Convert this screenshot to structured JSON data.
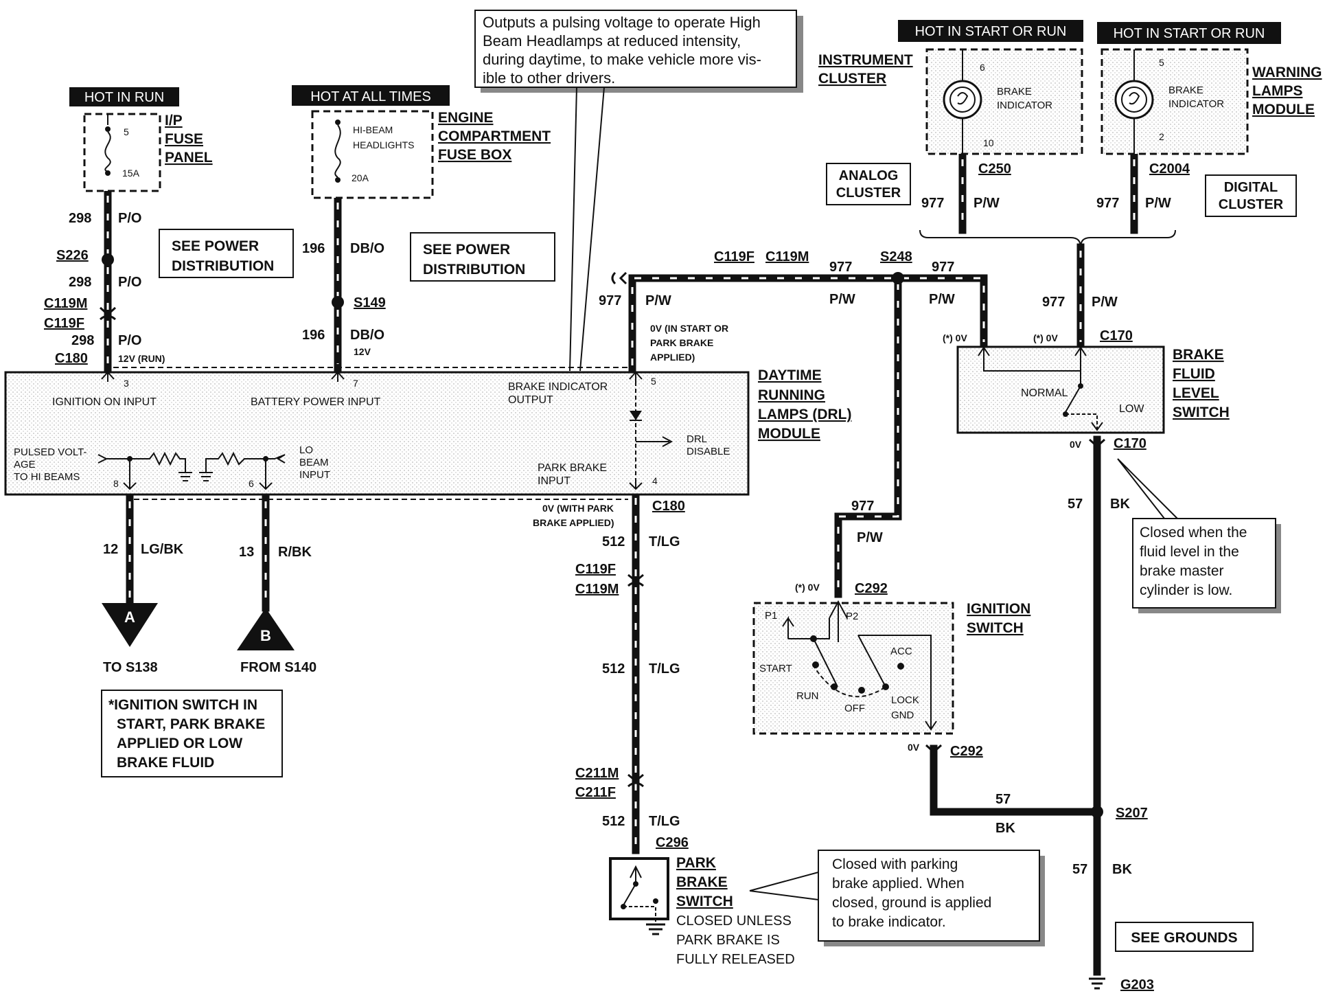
{
  "hot_labels": {
    "hot_in_run": "HOT IN RUN",
    "hot_at_all_times": "HOT AT ALL TIMES",
    "hot_start_run_1": "HOT IN START OR RUN",
    "hot_start_run_2": "HOT IN START OR RUN"
  },
  "callouts": {
    "pulsing": [
      "Outputs a pulsing voltage to operate High",
      "Beam  Headlamps at reduced intensity,",
      "during daytime, to make vehicle more vis-",
      "ible to other drivers."
    ],
    "fluid": [
      "Closed when the",
      "fluid  level  in  the",
      "brake      master",
      "cylinder is low."
    ],
    "parking": [
      "Closed    with    parking",
      "brake   applied.   When",
      "closed, ground is applied",
      "to brake indicator."
    ],
    "ignition_note": [
      "*IGNITION SWITCH IN",
      "START, PARK BRAKE",
      "APPLIED OR LOW",
      "BRAKE FLUID"
    ],
    "see_power_1": [
      "SEE POWER",
      "DISTRIBUTION"
    ],
    "see_power_2": [
      "SEE POWER",
      "DISTRIBUTION"
    ],
    "analog": [
      "ANALOG",
      "CLUSTER"
    ],
    "digital": [
      "DIGITAL",
      "CLUSTER"
    ],
    "see_grounds": "SEE GROUNDS"
  },
  "components": {
    "ip_fuse": [
      "I/P",
      "FUSE",
      "PANEL"
    ],
    "ip_fuse_pin": "5",
    "ip_fuse_amp": "15A",
    "engine_fuse": [
      "ENGINE",
      "COMPARTMENT",
      "FUSE BOX"
    ],
    "hibeam": [
      "HI-BEAM",
      "HEADLIGHTS"
    ],
    "engine_fuse_amp": "20A",
    "instrument_cluster": [
      "INSTRUMENT",
      "CLUSTER"
    ],
    "warning_lamps": [
      "WARNING",
      "LAMPS",
      "MODULE"
    ],
    "brake_indicator": [
      "BRAKE",
      "INDICATOR"
    ],
    "cluster_pins": [
      "6",
      "10"
    ],
    "warning_pins": [
      "5",
      "2"
    ],
    "drl_module": [
      "DAYTIME",
      "RUNNING",
      "LAMPS (DRL)",
      "MODULE"
    ],
    "brake_fluid_switch": [
      "BRAKE",
      "FLUID",
      "LEVEL",
      "SWITCH"
    ],
    "normal": "NORMAL",
    "low": "LOW",
    "ignition_switch": [
      "IGNITION",
      "SWITCH"
    ],
    "park_brake_switch": [
      "PARK",
      "BRAKE",
      "SWITCH"
    ],
    "park_note": [
      "CLOSED UNLESS",
      "PARK BRAKE IS",
      "FULLY RELEASED"
    ],
    "ign_positions": {
      "p1": "P1",
      "p2": "P2",
      "start": "START",
      "run": "RUN",
      "off": "OFF",
      "acc": "ACC",
      "lock": "LOCK",
      "gnd": "GND"
    }
  },
  "drl_pins": {
    "ignition_on": "IGNITION ON INPUT",
    "battery_power": "BATTERY POWER INPUT",
    "brake_indicator_output": [
      "BRAKE INDICATOR",
      "OUTPUT"
    ],
    "drl_disable": [
      "DRL",
      "DISABLE"
    ],
    "park_brake_input": [
      "PARK BRAKE",
      "INPUT"
    ],
    "pulsed": [
      "PULSED VOLT-",
      "AGE",
      "TO HI BEAMS"
    ],
    "lo_beam": [
      "LO",
      "BEAM",
      "INPUT"
    ],
    "pin3": "3",
    "pin7": "7",
    "pin5": "5",
    "pin4": "4",
    "pin8": "8",
    "pin6": "6"
  },
  "wires": {
    "w298": "298",
    "po": "P/O",
    "w196": "196",
    "dbo": "DB/O",
    "w977": "977",
    "pw": "P/W",
    "w512": "512",
    "tlg": "T/LG",
    "w12": "12",
    "lgbk": "LG/BK",
    "w13": "13",
    "rbk": "R/BK",
    "w57": "57",
    "bk": "BK"
  },
  "connectors": {
    "s226": "S226",
    "c119m": "C119M",
    "c119f": "C119F",
    "c180": "C180",
    "s149": "S149",
    "s248": "S248",
    "c250": "C250",
    "c2004": "C2004",
    "c170": "C170",
    "c292": "C292",
    "c211m": "C211M",
    "c211f": "C211F",
    "c296": "C296",
    "s207": "S207",
    "g203": "G203"
  },
  "voltages": {
    "v12run": "12V (RUN)",
    "v12": "12V",
    "v0_start": [
      "0V (IN START OR",
      "PARK BRAKE",
      "APPLIED)"
    ],
    "v0_park": [
      "0V (WITH PARK",
      "BRAKE APPLIED)"
    ],
    "star0v": "(*) 0V",
    "zero_v": "0V"
  },
  "terminals": {
    "a": "A",
    "b": "B",
    "to_s138": "TO S138",
    "from_s140": "FROM S140"
  }
}
